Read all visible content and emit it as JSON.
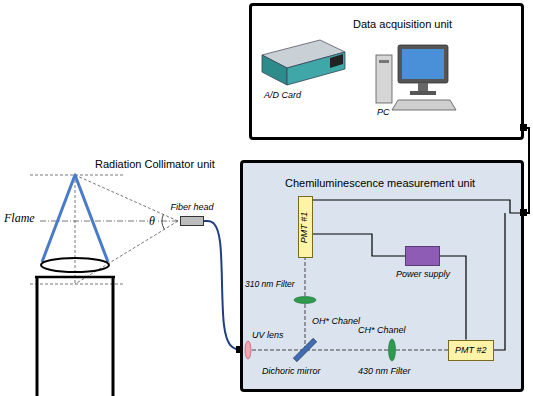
{
  "diagram": {
    "nodes": [
      {
        "text": [
          "Data acquisition unit"
        ]
      },
      {
        "text": [
          "Chemiluminescence measurement unit"
        ]
      },
      {
        "text": [
          "PMT #1"
        ],
        "in": 1
      },
      {
        "text": [
          "Power supply"
        ],
        "in": 1
      },
      {
        "text": [
          "PMT #2"
        ],
        "in": 1
      },
      {
        "text": [
          "Fiber head"
        ]
      }
    ],
    "edges": [
      {
        "from": 0,
        "to": 1,
        "arrow": "none"
      },
      {
        "from": 5,
        "to": 1,
        "arrow": "none"
      },
      {
        "from": 2,
        "to": 3,
        "arrow": "none"
      },
      {
        "from": 4,
        "to": 3,
        "arrow": "none"
      }
    ],
    "labels": [
      "A/D Card",
      "PC",
      "Radiation Collimator unit",
      "Flame",
      "θ",
      "310 nm Filter",
      "OH* Chanel",
      "UV lens",
      "Dichoric mirror",
      "CH* Chanel",
      "430 nm Filter"
    ]
  }
}
